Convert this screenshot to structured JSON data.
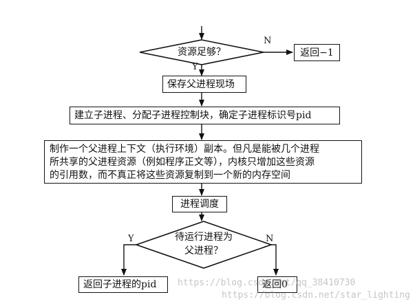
{
  "flowchart": {
    "decision_resources": "资源足够？",
    "decision_resources_no": "N",
    "decision_resources_yes": "Y",
    "return_error": "返回−1",
    "save_context": "保存父进程现场",
    "create_child": "建立子进程、分配子进程控制块，确定子进程标识号pid",
    "copy_context_lines": [
      "制作一个父进程上下文（执行环境）副本。但凡是能被几个进程",
      "所共享的父进程资源（例如程序正文等），内核只增加这些资源",
      "的引用数，而不真正将这些资源复制到一个新的内存空间"
    ],
    "schedule": "进程调度",
    "decision_parent_line1": "待运行进程为",
    "decision_parent_line2": "父进程？",
    "decision_parent_yes": "Y",
    "decision_parent_no": "N",
    "return_child_pid": "返回子进程的pid",
    "return_zero": "返回0"
  },
  "watermarks": {
    "line1": "https://blog.csdn.net/qq_38410730",
    "line2": "https://blog.csdn.net/star_lighting"
  }
}
